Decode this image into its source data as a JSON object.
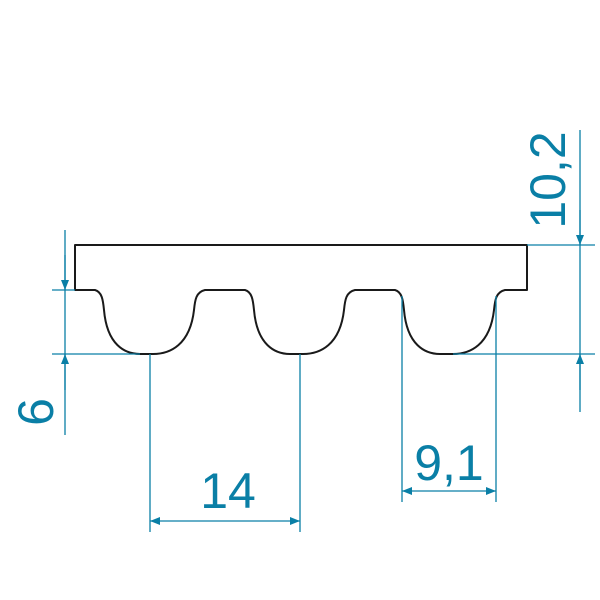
{
  "drawing": {
    "profile_color": "#1a1a1a",
    "dimension_color": "#0a7fa6",
    "dimensions": {
      "total_height": "10,2",
      "tooth_height": "6",
      "pitch": "14",
      "tooth_width": "9,1"
    }
  }
}
